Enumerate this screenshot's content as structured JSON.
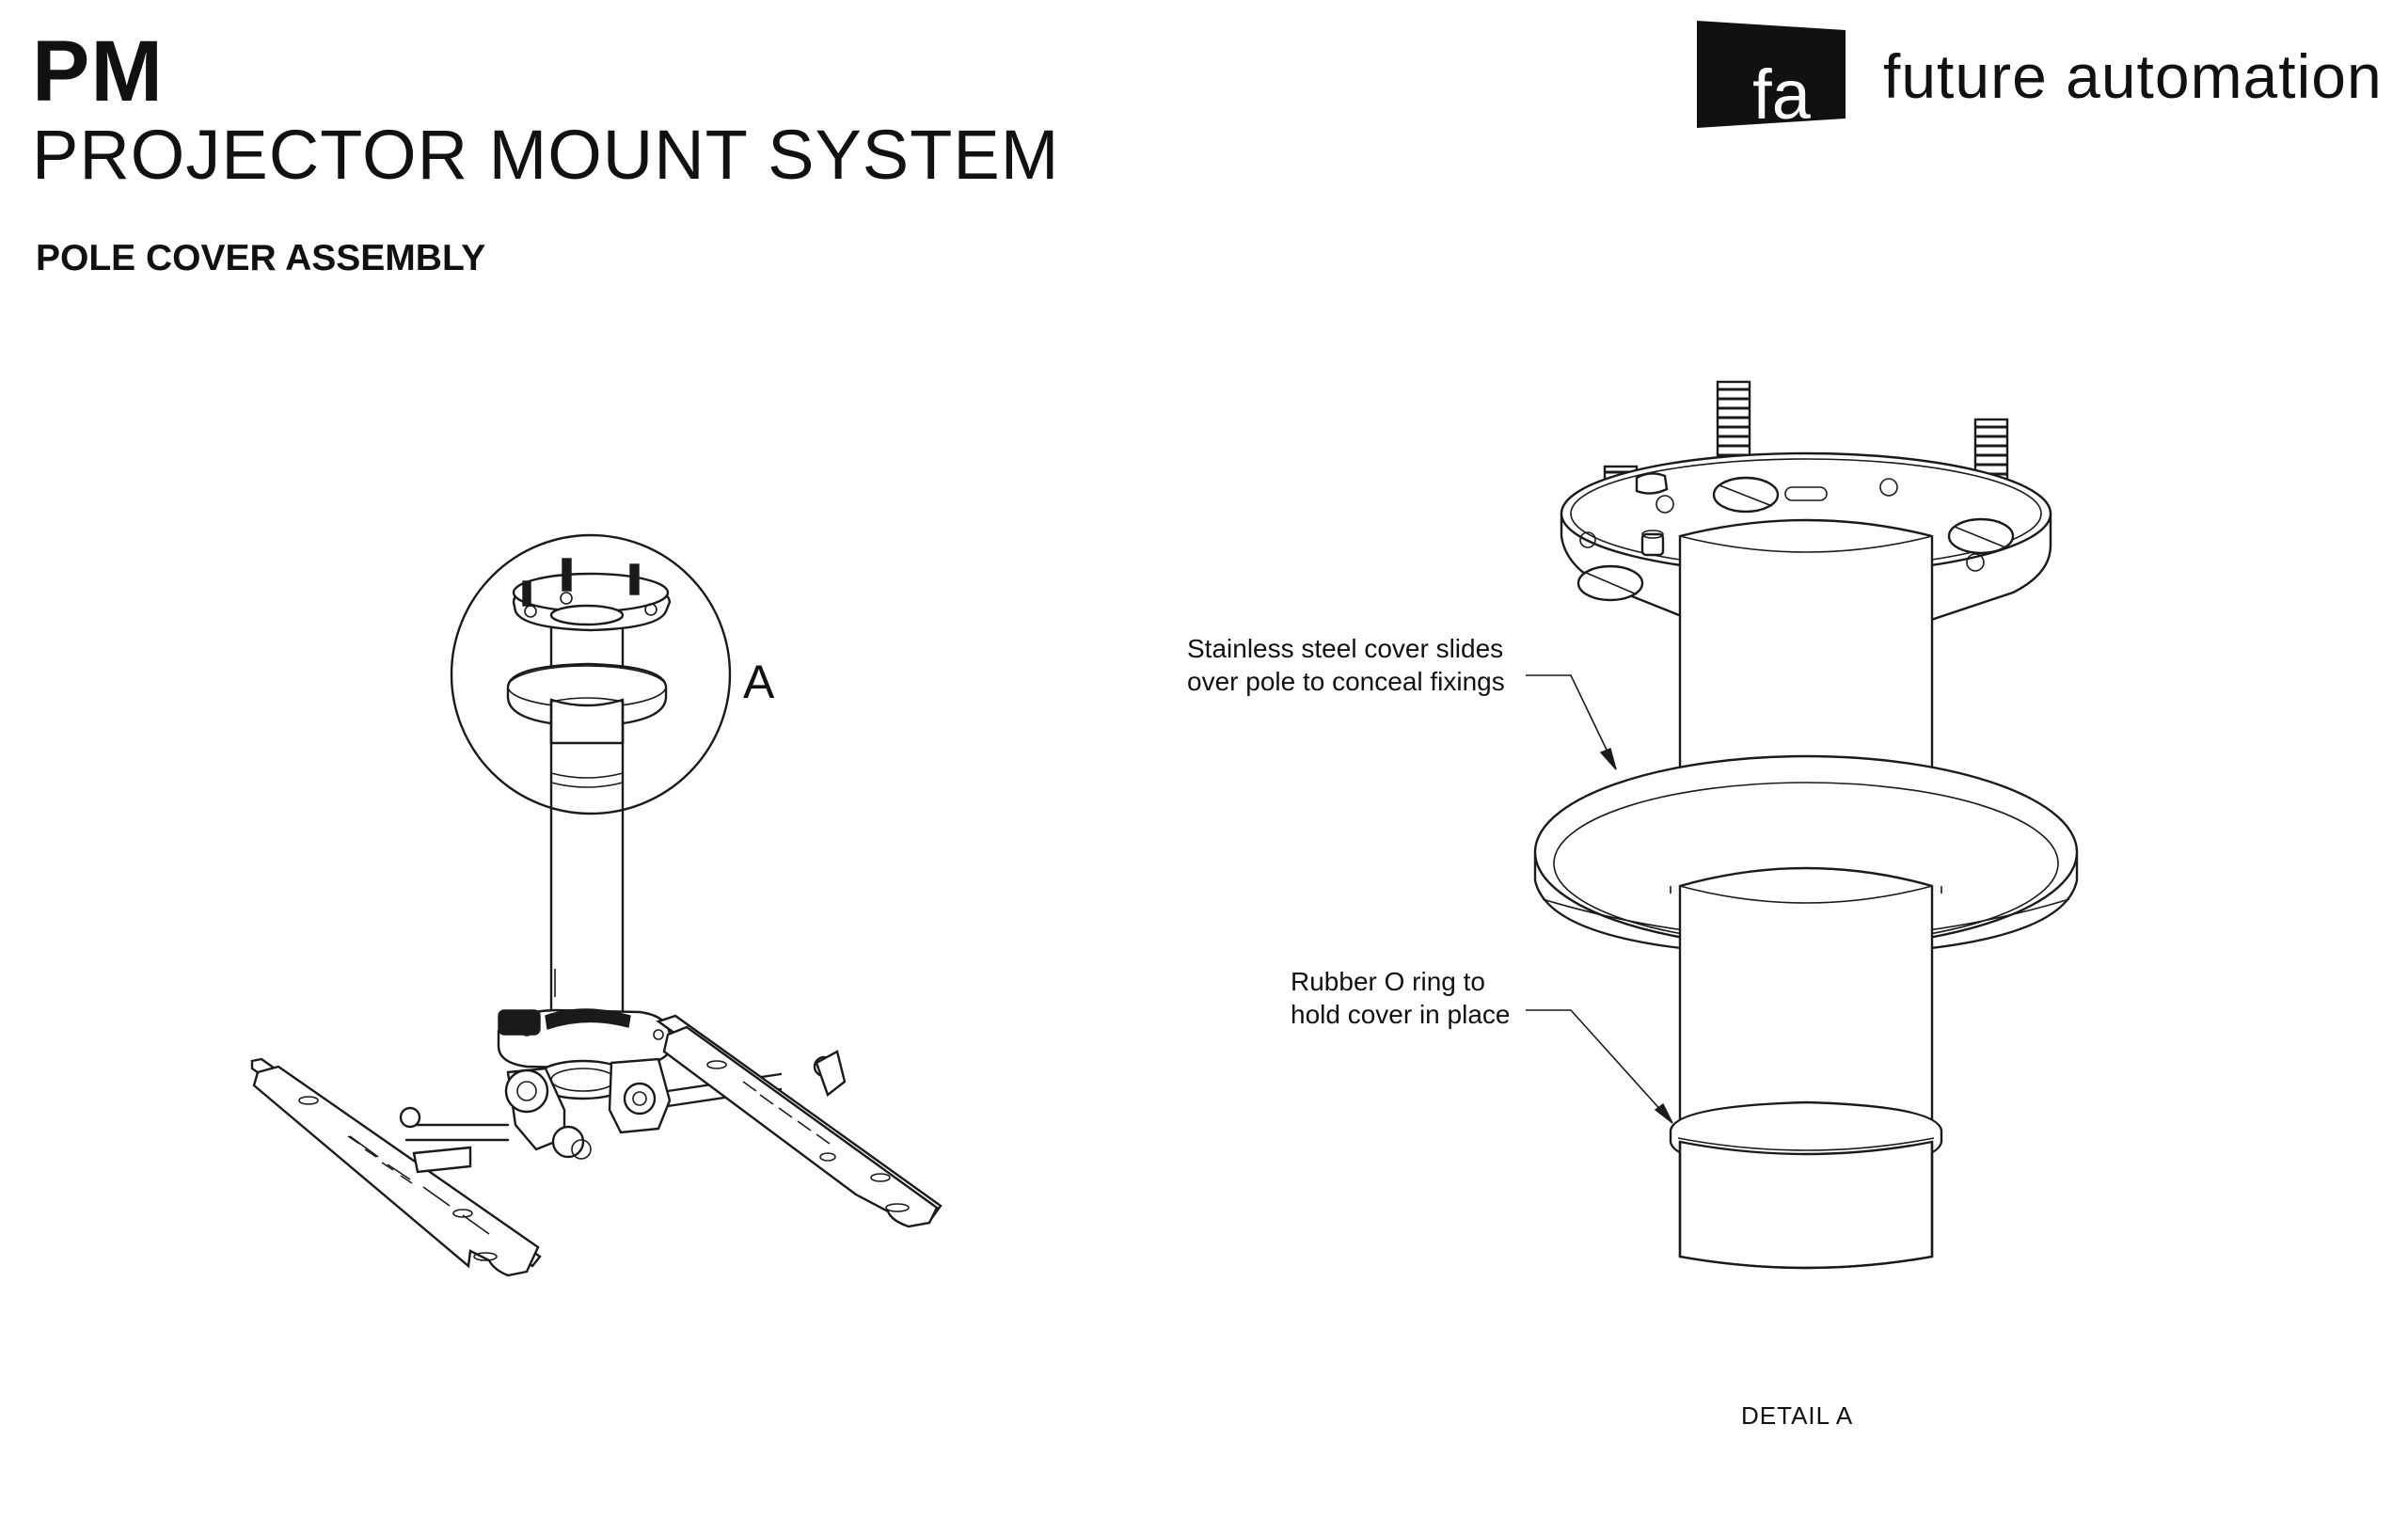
{
  "header": {
    "code": "PM",
    "title": "PROJECTOR MOUNT SYSTEM",
    "subtitle": "POLE COVER ASSEMBLY"
  },
  "brand": {
    "logo_letters": "fa",
    "name": "future automation",
    "logo_color": "#111111"
  },
  "overview": {
    "detail_marker": "A"
  },
  "detail": {
    "caption": "DETAIL A",
    "callouts": [
      {
        "lines": [
          "Stainless steel cover slides",
          "over pole to conceal fixings"
        ]
      },
      {
        "lines": [
          "Rubber O ring to",
          "hold cover in place"
        ]
      }
    ]
  }
}
